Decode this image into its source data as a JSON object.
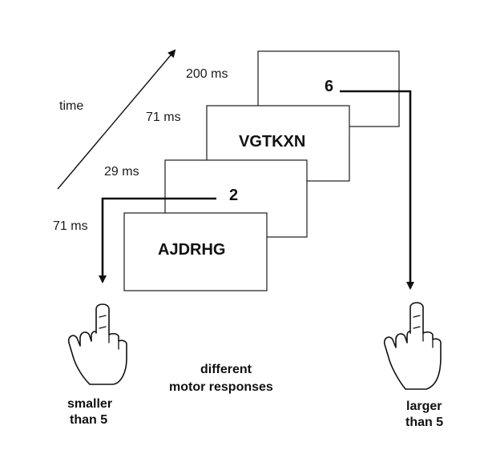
{
  "time_label": "time",
  "durations": {
    "frame4": "200 ms",
    "frame3": "71 ms",
    "frame2": "29 ms",
    "frame1": "71 ms"
  },
  "stimuli": {
    "frame1": "AJDRHG",
    "frame2": "2",
    "frame3": "VGTKXN",
    "frame4": "6"
  },
  "responses": {
    "left_line1": "smaller",
    "left_line2": "than 5",
    "right_line1": "larger",
    "right_line2": "than 5",
    "center_line1": "different",
    "center_line2": "motor responses"
  }
}
